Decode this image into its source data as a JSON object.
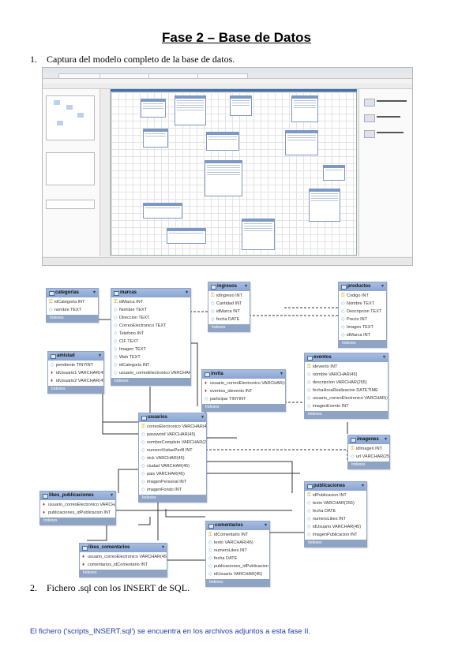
{
  "document": {
    "title": "Fase 2 – Base de Datos",
    "item1_num": "1.",
    "item1_text": "Captura del modelo completo de la base de datos.",
    "item2_num": "2.",
    "item2_text": "Fichero .sql con los INSERT de SQL.",
    "note": "El fichero ('scripts_INSERT.sql') se encuentra en los archivos adjuntos a esta fase II."
  },
  "er_diagram": {
    "entities": [
      {
        "id": "categorias",
        "name": "categorias",
        "indexes": "Indexes",
        "rows": [
          {
            "key": "pk",
            "text": "idCategoria INT"
          },
          {
            "key": "c",
            "text": "nombre TEXT"
          }
        ]
      },
      {
        "id": "marcas",
        "name": "marcas",
        "indexes": "Indexes",
        "rows": [
          {
            "key": "pk",
            "text": "idMarca INT"
          },
          {
            "key": "c",
            "text": "Nombre TEXT"
          },
          {
            "key": "c",
            "text": "Direccion TEXT"
          },
          {
            "key": "c",
            "text": "CorreoElectronico TEXT"
          },
          {
            "key": "c",
            "text": "Telefono INT"
          },
          {
            "key": "c",
            "text": "CIF TEXT"
          },
          {
            "key": "c",
            "text": "Imagen TEXT"
          },
          {
            "key": "c",
            "text": "Web TEXT"
          },
          {
            "key": "c",
            "text": "idCategoria INT"
          },
          {
            "key": "c",
            "text": "usuario_correoElectronico VARCHAR(45)"
          }
        ]
      },
      {
        "id": "ingresos",
        "name": "ingresos",
        "indexes": "Indexes",
        "rows": [
          {
            "key": "pk",
            "text": "idIngreso INT"
          },
          {
            "key": "c",
            "text": "Cantidad INT"
          },
          {
            "key": "c",
            "text": "idMarca INT"
          },
          {
            "key": "c",
            "text": "fecha DATE"
          }
        ]
      },
      {
        "id": "productos",
        "name": "productos",
        "indexes": "Indexes",
        "rows": [
          {
            "key": "pk",
            "text": "Codigo INT"
          },
          {
            "key": "c",
            "text": "Nombre TEXT"
          },
          {
            "key": "c",
            "text": "Descripcion TEXT"
          },
          {
            "key": "c",
            "text": "Precio INT"
          },
          {
            "key": "c",
            "text": "Imagen TEXT"
          },
          {
            "key": "c",
            "text": "idMarca INT"
          }
        ]
      },
      {
        "id": "amistad",
        "name": "amistad",
        "indexes": "Indexes",
        "rows": [
          {
            "key": "c",
            "text": "pendiente TINYINT"
          },
          {
            "key": "fk",
            "text": "idUsuario1 VARCHAR(45)"
          },
          {
            "key": "fk",
            "text": "idUsuario2 VARCHAR(45)"
          }
        ]
      },
      {
        "id": "invita",
        "name": "invita",
        "indexes": "Indexes",
        "rows": [
          {
            "key": "fk",
            "text": "usuario_correoElectronico VARCHAR(45)"
          },
          {
            "key": "fk",
            "text": "eventos_idevento INT"
          },
          {
            "key": "c",
            "text": "participar TINYINT"
          }
        ]
      },
      {
        "id": "eventos",
        "name": "eventos",
        "indexes": "Indexes",
        "rows": [
          {
            "key": "pk",
            "text": "idevento INT"
          },
          {
            "key": "c",
            "text": "nombre VARCHAR(45)"
          },
          {
            "key": "c",
            "text": "descripcion VARCHAR(255)"
          },
          {
            "key": "c",
            "text": "fechaHoraRealizacion DATETIME"
          },
          {
            "key": "c",
            "text": "usuario_correoElectronico VARCHAR(45)"
          },
          {
            "key": "c",
            "text": "imagenEvento INT"
          }
        ]
      },
      {
        "id": "usuarios",
        "name": "usuarios",
        "indexes": "Indexes",
        "rows": [
          {
            "key": "pk",
            "text": "correoElectronico VARCHAR(45)"
          },
          {
            "key": "c",
            "text": "password VARCHAR(45)"
          },
          {
            "key": "c",
            "text": "nombreCompleto VARCHAR(255)"
          },
          {
            "key": "c",
            "text": "numeroVisitasPerfil INT"
          },
          {
            "key": "c",
            "text": "nick VARCHAR(45)"
          },
          {
            "key": "c",
            "text": "ciudad VARCHAR(45)"
          },
          {
            "key": "c",
            "text": "pais VARCHAR(45)"
          },
          {
            "key": "c",
            "text": "imagenPersonal INT"
          },
          {
            "key": "c",
            "text": "imagenFondo INT"
          }
        ]
      },
      {
        "id": "imagenes",
        "name": "imagenes",
        "indexes": "Indexes",
        "rows": [
          {
            "key": "pk",
            "text": "idImagen INT"
          },
          {
            "key": "c",
            "text": "url VARCHAR(255)"
          }
        ]
      },
      {
        "id": "likes_publicaciones",
        "name": "likes_publicaciones",
        "indexes": "Indexes",
        "rows": [
          {
            "key": "fk",
            "text": "usuario_correoElectronico VARCHAR(45)"
          },
          {
            "key": "fk",
            "text": "publicaciones_idPublicacion INT"
          }
        ]
      },
      {
        "id": "publicaciones",
        "name": "publicaciones",
        "indexes": "Indexes",
        "rows": [
          {
            "key": "pk",
            "text": "idPublicacion INT"
          },
          {
            "key": "c",
            "text": "texto VARCHAR(255)"
          },
          {
            "key": "c",
            "text": "fecha DATE"
          },
          {
            "key": "c",
            "text": "numeroLikes INT"
          },
          {
            "key": "c",
            "text": "idUsuario VARCHAR(45)"
          },
          {
            "key": "c",
            "text": "imagenPublicacion INT"
          }
        ]
      },
      {
        "id": "comentarios",
        "name": "comentarios",
        "indexes": "Indexes",
        "rows": [
          {
            "key": "pk",
            "text": "idComentario INT"
          },
          {
            "key": "c",
            "text": "texto VARCHAR(45)"
          },
          {
            "key": "c",
            "text": "numeroLikes INT"
          },
          {
            "key": "c",
            "text": "fecha DATE"
          },
          {
            "key": "c",
            "text": "publicaciones_idPublicacion INT"
          },
          {
            "key": "c",
            "text": "idUsuario VARCHAR(45)"
          }
        ]
      },
      {
        "id": "likes_comentarios",
        "name": "likes_comentarios",
        "indexes": "Indexes",
        "rows": [
          {
            "key": "fk",
            "text": "usuario_correoElectronico VARCHAR(45)"
          },
          {
            "key": "fk",
            "text": "comentarios_idComentario INT"
          }
        ]
      }
    ]
  },
  "colors": {
    "header": "#8aa5d2",
    "footer": "#8fa4c4",
    "note": "#1f3fa8",
    "pk_key": "#d4a000",
    "fk_key": "#c0303a"
  }
}
